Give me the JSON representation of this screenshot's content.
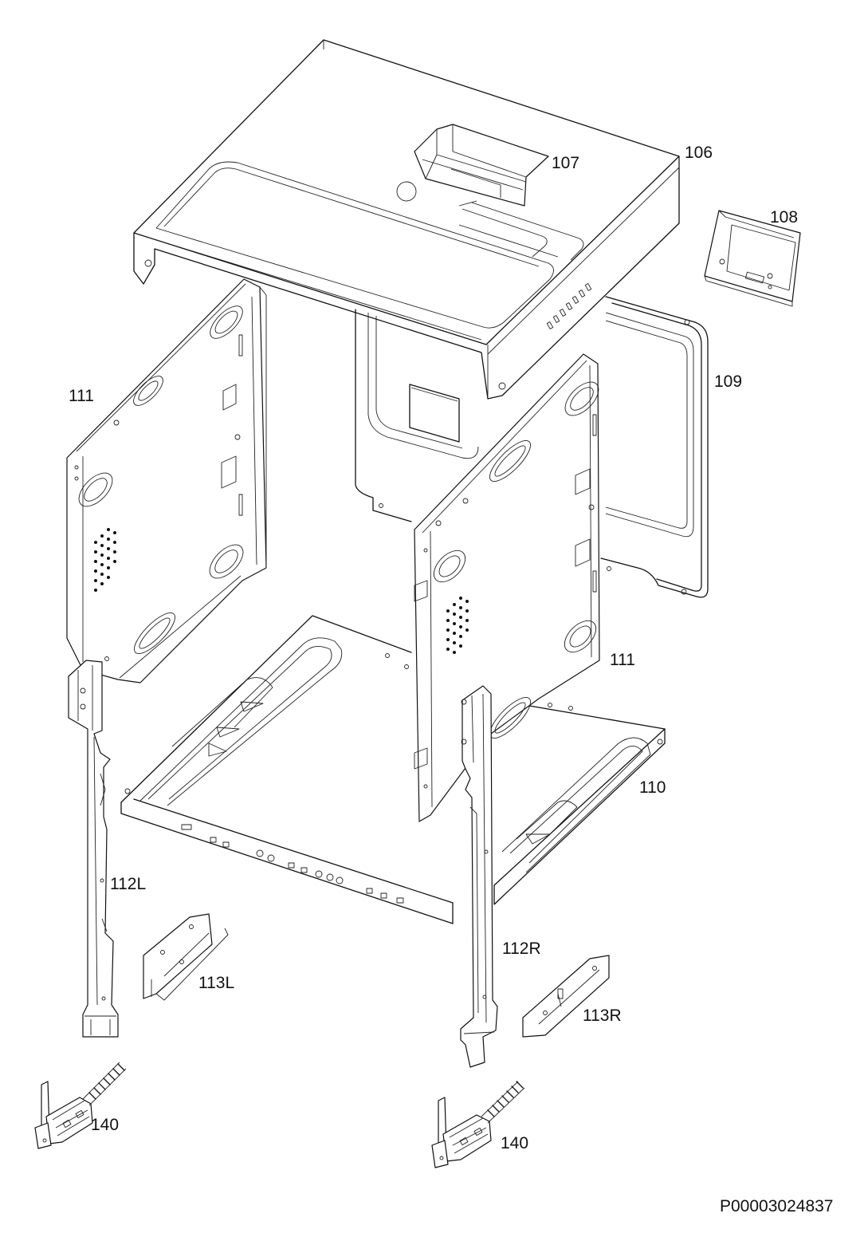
{
  "diagram": {
    "labels": {
      "top_panel": "106",
      "top_bracket": "107",
      "control_box": "108",
      "back_panel": "109",
      "base_frame": "110",
      "side_left": "111",
      "side_right": "111",
      "rail_left": "112L",
      "rail_right": "112R",
      "plate_left": "113L",
      "plate_right": "113R",
      "hinge_left": "140",
      "hinge_right": "140"
    },
    "drawing_code": "P00003024837"
  }
}
